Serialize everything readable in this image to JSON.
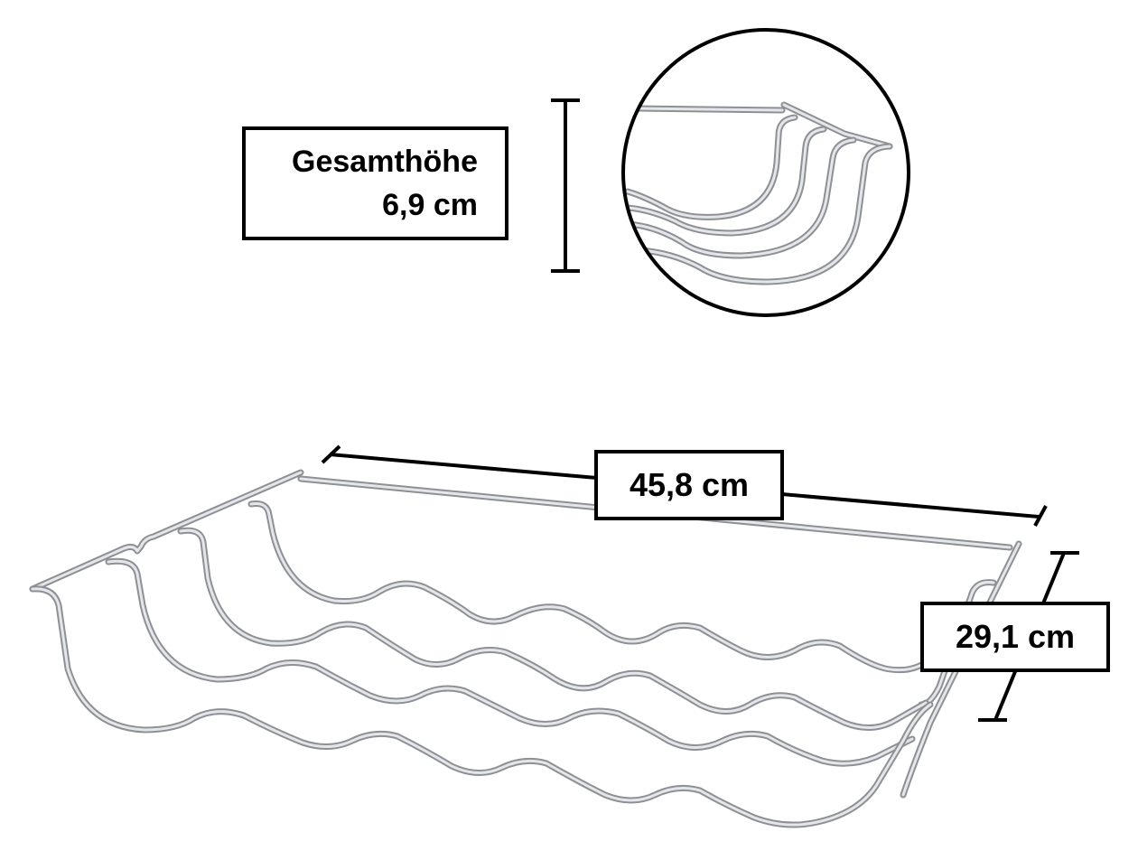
{
  "figure": {
    "subject": "wine-bottle-rack",
    "colors": {
      "line": "#000000",
      "background": "#ffffff",
      "wire_shade": "#8d9095",
      "wire_highlight": "#e4e6e9"
    }
  },
  "dimensions": {
    "height": {
      "label": "Gesamthöhe",
      "value": "6,9 cm"
    },
    "width": {
      "value": "45,8 cm"
    },
    "depth": {
      "value": "29,1 cm"
    }
  },
  "detail_view": {
    "shape": "circle",
    "content": "close-up of wire hook ends"
  }
}
